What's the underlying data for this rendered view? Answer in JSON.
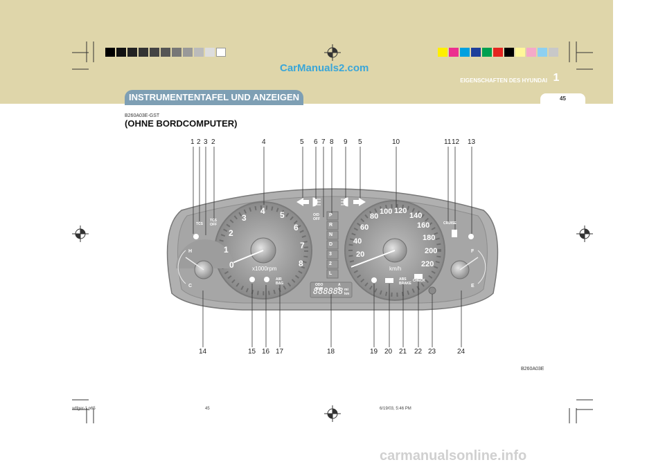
{
  "header": {
    "chapter_title": "EIGENSCHAFTEN DES HYUNDAI",
    "chapter_number": "1",
    "page_number": "45",
    "section_title": "INSTRUMENTENTAFEL UND ANZEIGEN",
    "watermark_top": "CarManuals2.com",
    "colors": {
      "band": "#dfd6aa",
      "pill": "#7e9fb4"
    }
  },
  "content": {
    "code": "B260A03E-GST",
    "heading": "(OHNE BORDCOMPUTER)",
    "figure_code": "B260A03E"
  },
  "figure": {
    "top_callouts": [
      "1",
      "2",
      "3",
      "2",
      "4",
      "5",
      "6",
      "7",
      "8",
      "9",
      "5",
      "10",
      "11",
      "12",
      "13"
    ],
    "bottom_callouts": [
      "14",
      "15",
      "16",
      "17",
      "18",
      "19",
      "20",
      "21",
      "22",
      "23",
      "24"
    ],
    "tach_labels": [
      "0",
      "1",
      "2",
      "3",
      "4",
      "5",
      "6",
      "7",
      "8"
    ],
    "tach_unit": "x1000rpm",
    "speed_labels": [
      "20",
      "40",
      "60",
      "80",
      "100",
      "120",
      "140",
      "160",
      "180",
      "200",
      "220"
    ],
    "speed_unit": "km/h",
    "gears": [
      "P",
      "R",
      "N",
      "D",
      "3",
      "2",
      "L"
    ],
    "temp_h": "H",
    "temp_c": "C",
    "fuel_f": "F",
    "fuel_e": "E",
    "tcs_label": "TCS",
    "tcs_off_label": "TCS OFF",
    "od_off_label": "O/D OFF",
    "cruise_label": "CRUISE",
    "airbag_label": "AIR BAG",
    "abs_label": "ABS",
    "brake_label": "BRAKE",
    "check_label": "CHECK",
    "odo_label": "ODO TRIP",
    "ab_label": "A B",
    "odo_digits": "888888",
    "odo_unit_top": "mi",
    "odo_unit_bottom": "km"
  },
  "footer": {
    "file": "xdfger-1.p65",
    "page": "45",
    "date": "6/19/03, 5:46 PM",
    "watermark": "carmanualsonline.info"
  }
}
